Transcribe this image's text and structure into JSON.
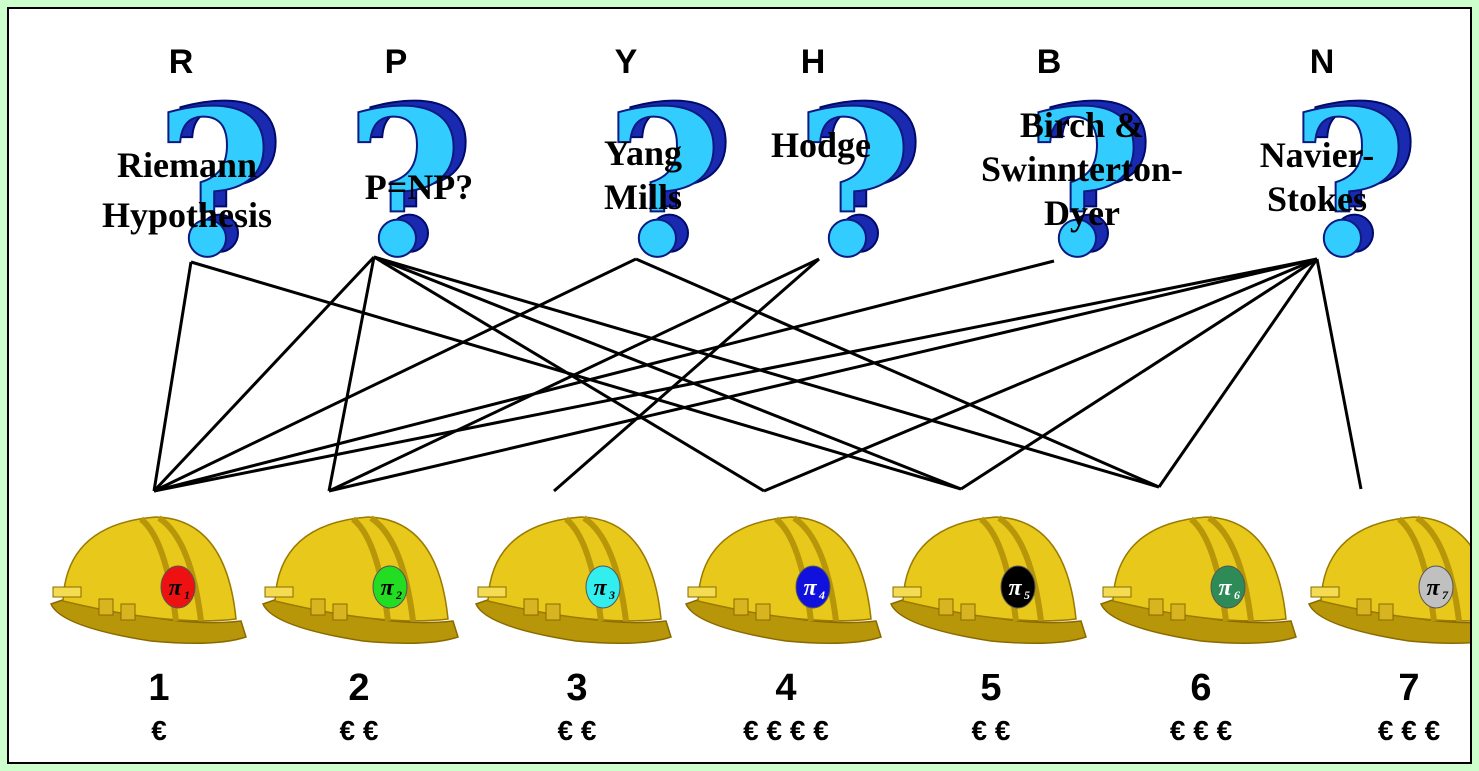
{
  "problems": [
    {
      "id": "R",
      "letter": "R",
      "label_lines": [
        "Riemann",
        "Hypothesis"
      ]
    },
    {
      "id": "P",
      "letter": "P",
      "label_lines": [
        "P=NP?"
      ]
    },
    {
      "id": "Y",
      "letter": "Y",
      "label_lines": [
        "Yang",
        "Mills"
      ]
    },
    {
      "id": "H",
      "letter": "H",
      "label_lines": [
        "Hodge"
      ]
    },
    {
      "id": "B",
      "letter": "B",
      "label_lines": [
        "Birch &",
        "Swinnterton-",
        "Dyer"
      ]
    },
    {
      "id": "N",
      "letter": "N",
      "label_lines": [
        "Navier-",
        "Stokes"
      ]
    }
  ],
  "workers": [
    {
      "number": "1",
      "euros": "€",
      "pi": "π",
      "sub": "1",
      "badge_color": "#ee1111",
      "text_color": "#000000"
    },
    {
      "number": "2",
      "euros": "€ €",
      "pi": "π",
      "sub": "2",
      "badge_color": "#22dd22",
      "text_color": "#000000"
    },
    {
      "number": "3",
      "euros": "€ €",
      "pi": "π",
      "sub": "3",
      "badge_color": "#33eeee",
      "text_color": "#000000"
    },
    {
      "number": "4",
      "euros": "€ € € €",
      "pi": "π",
      "sub": "4",
      "badge_color": "#1111dd",
      "text_color": "#ffffff"
    },
    {
      "number": "5",
      "euros": "€ €",
      "pi": "π",
      "sub": "5",
      "badge_color": "#000000",
      "text_color": "#ffffff"
    },
    {
      "number": "6",
      "euros": "€ € €",
      "pi": "π",
      "sub": "6",
      "badge_color": "#2e8b57",
      "text_color": "#ffffff"
    },
    {
      "number": "7",
      "euros": "€ € €",
      "pi": "π",
      "sub": "7",
      "badge_color": "#c0c0c0",
      "text_color": "#000000"
    }
  ],
  "edges": [
    [
      "R",
      "1"
    ],
    [
      "R",
      "5"
    ],
    [
      "P",
      "1"
    ],
    [
      "P",
      "2"
    ],
    [
      "P",
      "4"
    ],
    [
      "P",
      "5"
    ],
    [
      "P",
      "6"
    ],
    [
      "Y",
      "1"
    ],
    [
      "Y",
      "6"
    ],
    [
      "H",
      "2"
    ],
    [
      "H",
      "3"
    ],
    [
      "B",
      "1"
    ],
    [
      "N",
      "1"
    ],
    [
      "N",
      "2"
    ],
    [
      "N",
      "4"
    ],
    [
      "N",
      "5"
    ],
    [
      "N",
      "6"
    ],
    [
      "N",
      "7"
    ]
  ],
  "colors": {
    "background": "#ccffcc",
    "helmet": "#e8c81a",
    "helmet_shadow": "#b8960a",
    "question_light": "#33ccff",
    "question_dark": "#1a2ab0"
  }
}
